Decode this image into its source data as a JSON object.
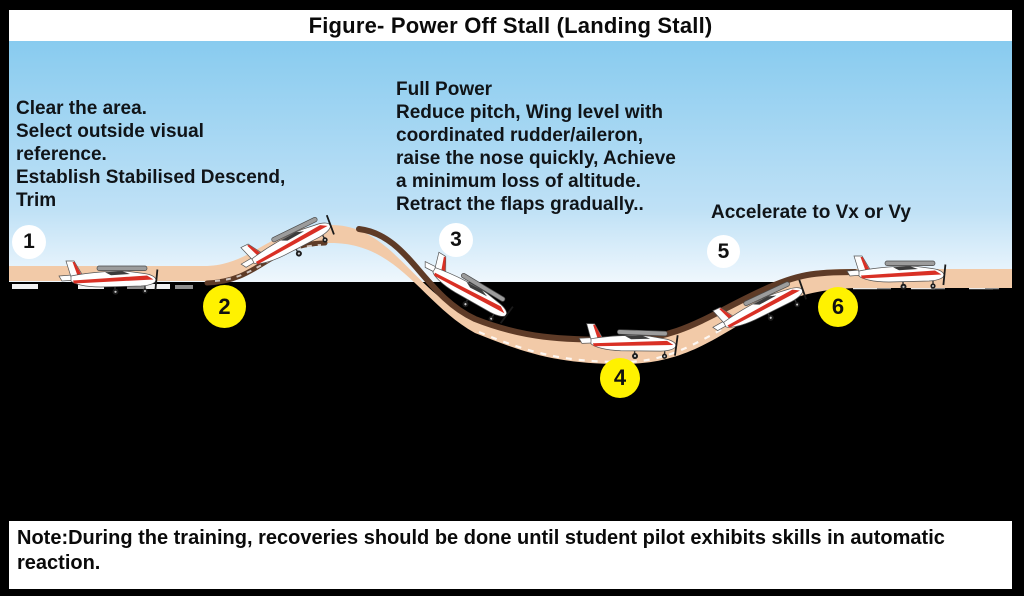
{
  "title": "Figure- Power Off Stall (Landing Stall)",
  "annotations": {
    "step1_text": "Clear the area.\nSelect outside visual\nreference.\nEstablish Stabilised Descend,\nTrim",
    "step3_text": "Full Power\nReduce pitch, Wing level with\ncoordinated rudder/aileron,\nraise the nose quickly, Achieve\na minimum loss of altitude.\nRetract the flaps gradually..",
    "step5_text": "Accelerate to Vx or Vy"
  },
  "markers": [
    {
      "number": "1",
      "style": "white"
    },
    {
      "number": "2",
      "style": "yellow"
    },
    {
      "number": "3",
      "style": "white"
    },
    {
      "number": "4",
      "style": "yellow"
    },
    {
      "number": "5",
      "style": "white"
    },
    {
      "number": "6",
      "style": "yellow"
    }
  ],
  "note": "Note:During the training, recoveries should be done until student pilot exhibits skills in automatic reaction.",
  "colors": {
    "sky_top": "#88CBEF",
    "sky_horizon": "#EFF7FD",
    "flight_path_tan": "#F2CAA8",
    "flight_path_shadow_brown": "#5E3B27",
    "marker_yellow": "#FFF200",
    "marker_white": "#FFFFFF",
    "ground_black": "#000000",
    "airplane_stripe_red": "#D93025"
  }
}
